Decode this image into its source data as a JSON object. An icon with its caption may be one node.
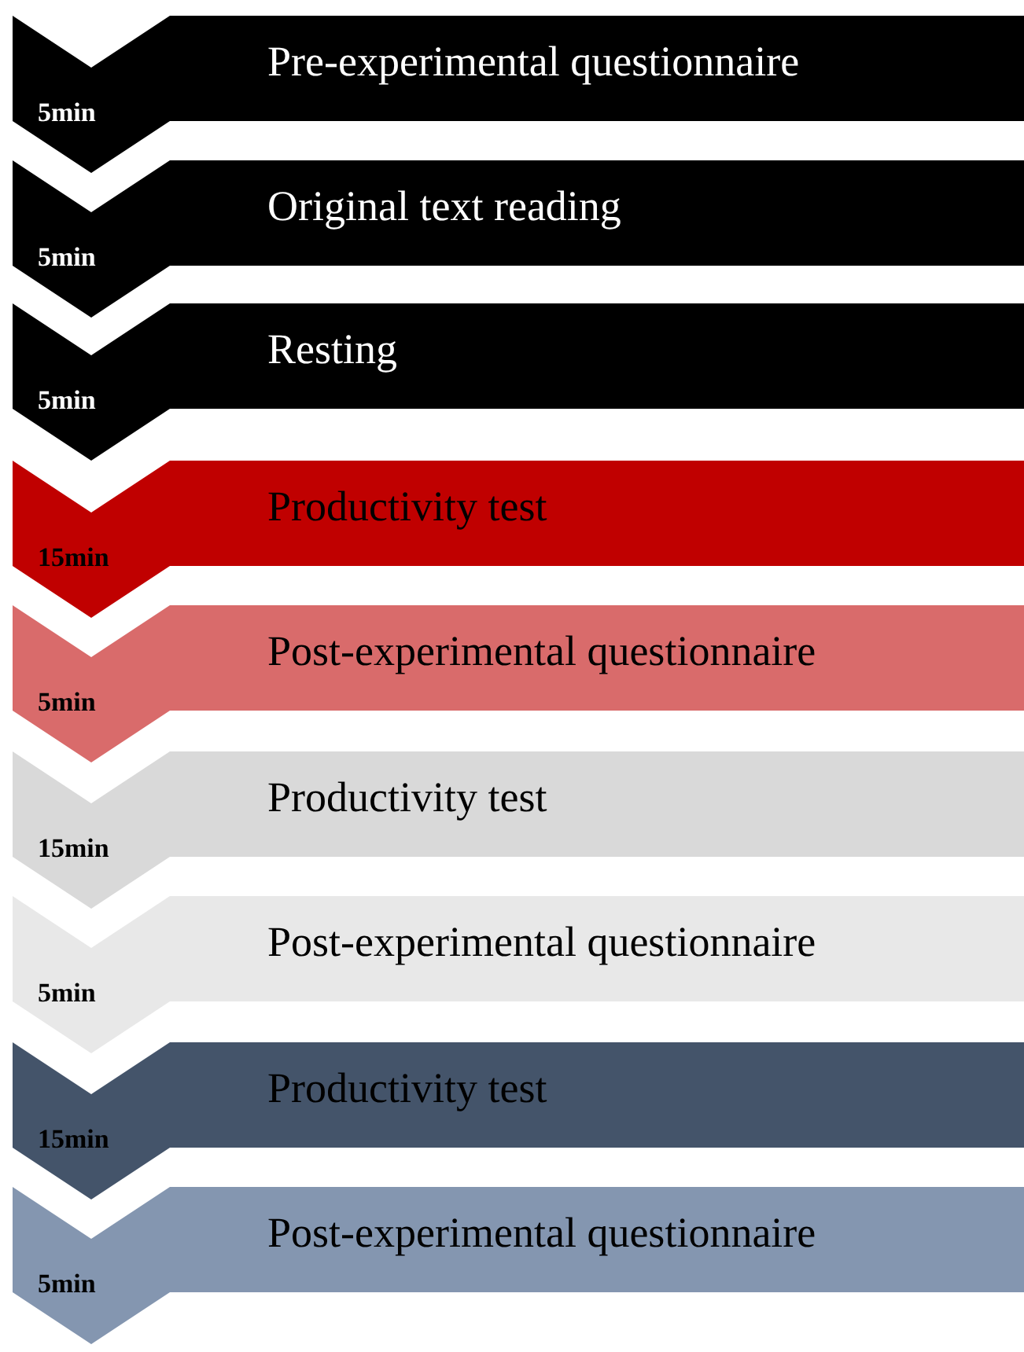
{
  "diagram": {
    "nodes": [
      {
        "text": [
          "5min"
        ]
      },
      {
        "text": [
          "Pre-experimental questionnaire"
        ]
      },
      {
        "text": [
          "5min"
        ]
      },
      {
        "text": [
          "Original text reading"
        ]
      },
      {
        "text": [
          "5min"
        ]
      },
      {
        "text": [
          "Resting"
        ]
      },
      {
        "text": [
          "15min"
        ]
      },
      {
        "text": [
          "Productivity test"
        ]
      },
      {
        "text": [
          "5min"
        ]
      },
      {
        "text": [
          "Post-experimental questionnaire"
        ]
      },
      {
        "text": [
          "15min"
        ]
      },
      {
        "text": [
          "Productivity test"
        ]
      },
      {
        "text": [
          "5min"
        ]
      },
      {
        "text": [
          "Post-experimental questionnaire"
        ]
      },
      {
        "text": [
          "15min"
        ]
      },
      {
        "text": [
          "Productivity test"
        ]
      },
      {
        "text": [
          "5min"
        ]
      },
      {
        "text": [
          "Post-experimental questionnaire"
        ]
      }
    ]
  }
}
